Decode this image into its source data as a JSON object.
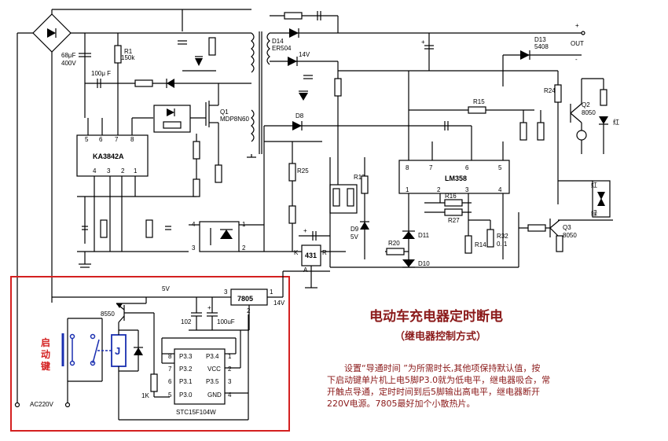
{
  "title": "电动车充电器定时断电",
  "subtitle": "（继电器控制方式）",
  "note_lines": [
    "设置“导通时间 ”为所需时长,其他项保持默认值，按",
    "下启动键单片机上电5脚P3.0就为低电平，继电器吸合，常",
    "开触点导通，定时时间到后5脚输出高电平，继电器断开",
    "220V电源。7805最好加个小散热片。"
  ],
  "start_key": [
    "启",
    "动",
    "键"
  ],
  "relay_label": "J",
  "chips": {
    "pwm": "KA3842A",
    "opamp": "LM358",
    "mcu": "STC15F104W",
    "regulator": "7805",
    "shunt": "431"
  },
  "mcu_pins_left": [
    {
      "num": "8",
      "name": "P3.3"
    },
    {
      "num": "7",
      "name": "P3.2"
    },
    {
      "num": "6",
      "name": "P3.1"
    },
    {
      "num": "5",
      "name": "P3.0"
    }
  ],
  "mcu_pins_right": [
    {
      "num": "1",
      "name": "P3.4"
    },
    {
      "num": "2",
      "name": "VCC"
    },
    {
      "num": "3",
      "name": "P3.5"
    },
    {
      "num": "4",
      "name": "GND"
    }
  ],
  "opamp_pins_top": [
    "8",
    "7",
    "6",
    "5"
  ],
  "opamp_pins_bottom": [
    "1",
    "2",
    "3",
    "4"
  ],
  "pwm_pins_top": [
    "5",
    "6",
    "7",
    "8"
  ],
  "pwm_pins_bottom": [
    "4",
    "3",
    "2",
    "1"
  ],
  "components": {
    "c_in": "68μF",
    "c_in_v": "400V",
    "r1": "R1",
    "r1_v": "150k",
    "c_100": "100μ F",
    "q1": "Q1",
    "q1_part": "MDP8N60",
    "d14": "D14",
    "d14_part": "ER504",
    "v14": "14V",
    "d8": "D8",
    "d13": "D13",
    "d13_part": "5408",
    "out": "OUT",
    "r15": "R15",
    "r24": "R24",
    "q2": "Q2",
    "q2_part": "8050",
    "hong": "红",
    "lv": "绿",
    "r25": "R25",
    "r17": "R17",
    "d9": "D9",
    "d9_v": "5V",
    "d11": "D11",
    "d10": "D10",
    "r20": "R20",
    "r16": "R16",
    "r27": "R27",
    "r14": "R14",
    "r32": "R32",
    "r32_v": "0. 1",
    "q3": "Q3",
    "q3_part": "8050",
    "k": "K",
    "r": "R",
    "a": "A",
    "v5": "5V",
    "v14b": "14V",
    "t8550": "8550",
    "c102": "102",
    "c100uf": "100uF",
    "r1k": "1K",
    "ac220": "AC220V",
    "pin3": "3",
    "pin1": "1",
    "pin2": "2",
    "oc4": "4",
    "oc1": "1",
    "oc3": "3",
    "oc2": "2",
    "plus": "+",
    "minus": "-"
  }
}
